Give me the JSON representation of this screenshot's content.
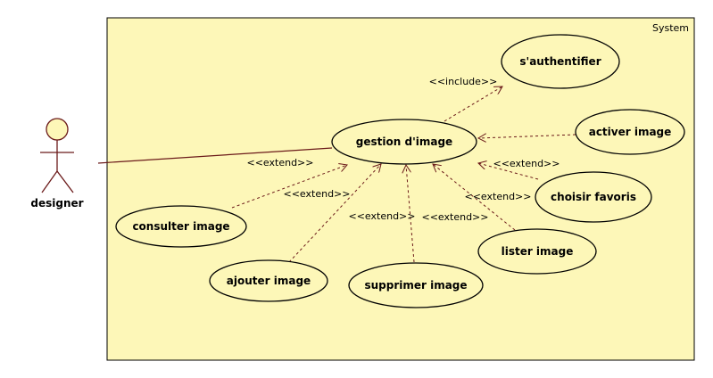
{
  "system": {
    "label": "System"
  },
  "actor": {
    "name": "designer"
  },
  "use_cases": {
    "gestion": "gestion d'image",
    "auth": "s'authentifier",
    "activer": "activer image",
    "choisir": "choisir favoris",
    "lister": "lister image",
    "supprimer": "supprimer image",
    "ajouter": "ajouter image",
    "consulter": "consulter image"
  },
  "relations": {
    "include": "<<include>>",
    "extend": "<<extend>>"
  },
  "colors": {
    "system_fill": "#fdf7b8",
    "line": "#6b1a1a"
  }
}
